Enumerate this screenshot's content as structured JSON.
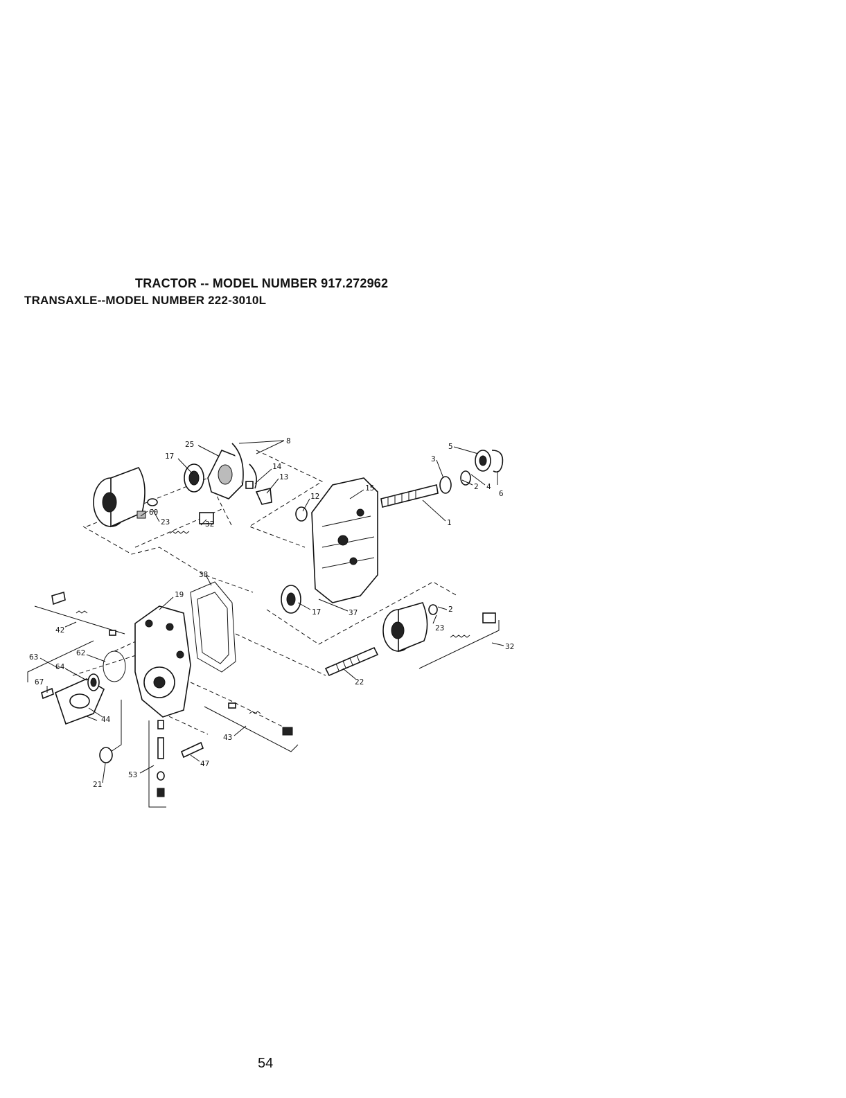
{
  "header": {
    "tractor_model": "TRACTOR -- MODEL NUMBER 917.272962",
    "transaxle_model": "TRANSAXLE--MODEL NUMBER 222-3010L"
  },
  "footer": {
    "page_number": "54"
  },
  "diagram": {
    "callouts": [
      "25",
      "8",
      "17",
      "14",
      "13",
      "12",
      "15",
      "5",
      "3",
      "4",
      "2",
      "6",
      "1",
      "23",
      "60",
      "32",
      "38",
      "19",
      "17",
      "37",
      "2",
      "23",
      "32",
      "42",
      "63",
      "62",
      "64",
      "67",
      "22",
      "44",
      "43",
      "47",
      "21",
      "53"
    ]
  }
}
